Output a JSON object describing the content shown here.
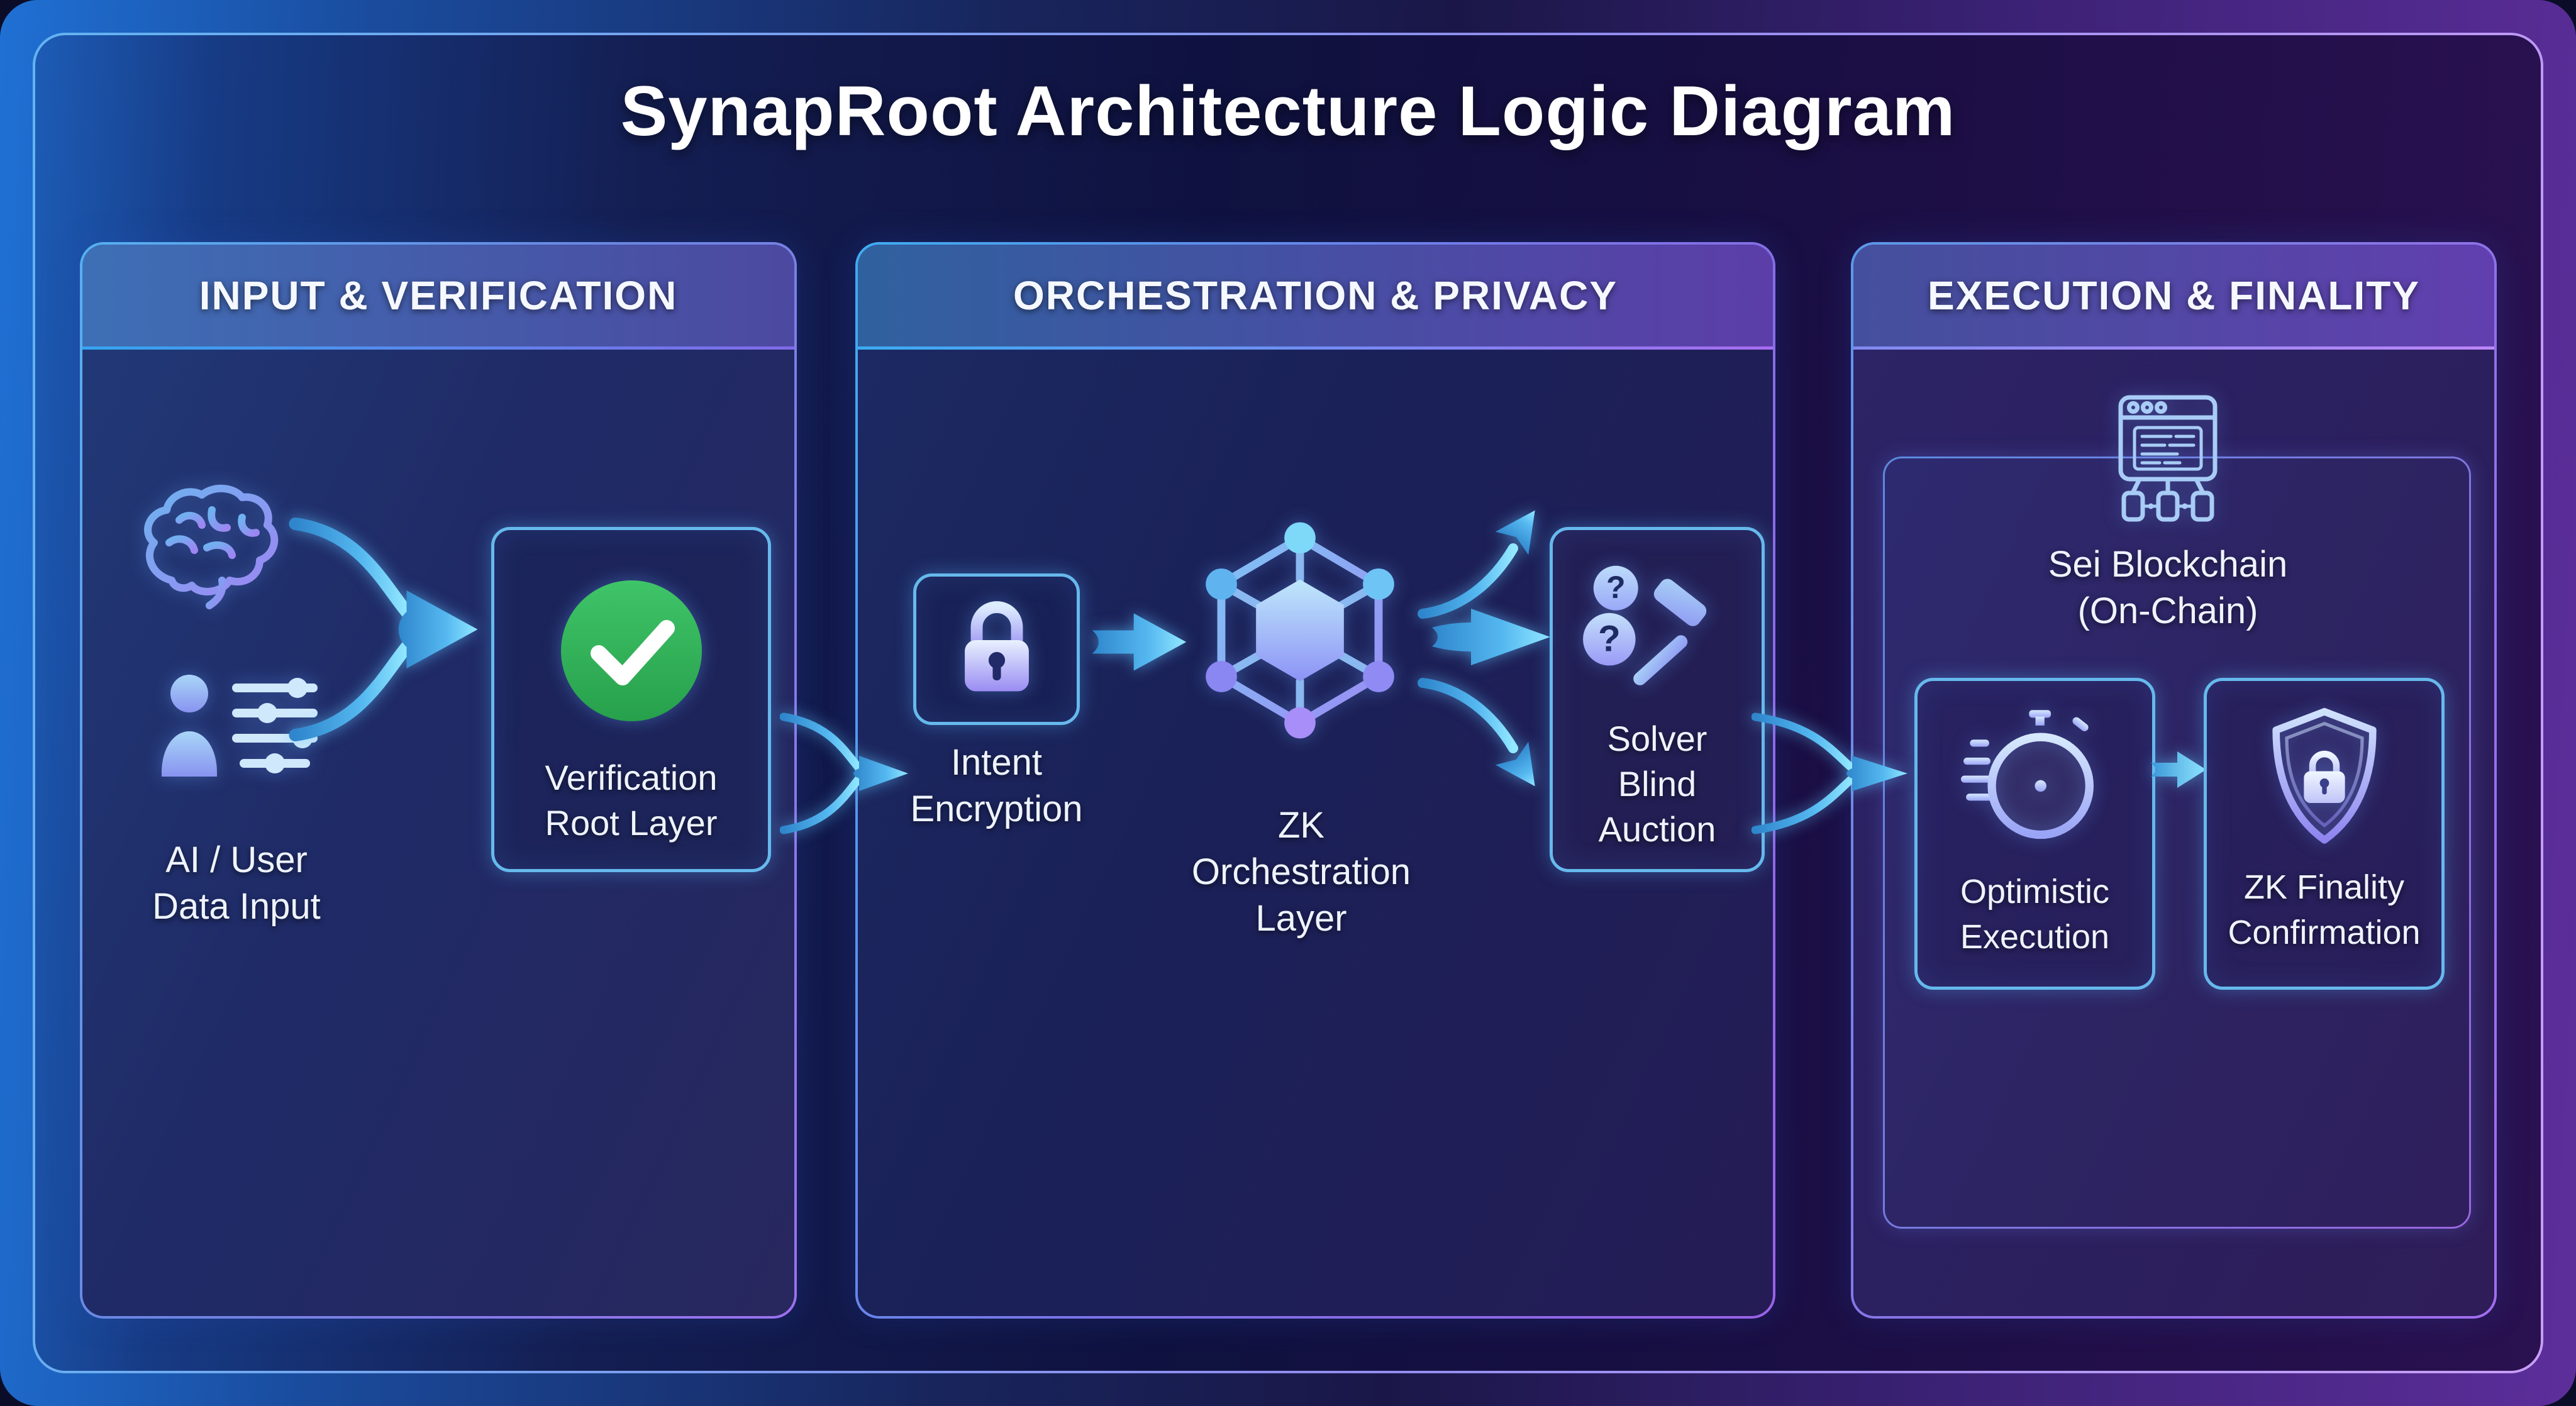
{
  "title": "SynapRoot Architecture Logic Diagram",
  "panels": [
    {
      "header": "INPUT & VERIFICATION"
    },
    {
      "header": "ORCHESTRATION & PRIVACY"
    },
    {
      "header": "EXECUTION & FINALITY"
    }
  ],
  "nodes": {
    "ai_input": {
      "line1": "AI / User",
      "line2": "Data Input",
      "icon": "brain-and-user-sliders"
    },
    "verification": {
      "line1": "Verification",
      "line2": "Root Layer",
      "icon": "check-circle"
    },
    "intent": {
      "line1": "Intent",
      "line2": "Encryption",
      "icon": "padlock"
    },
    "zk_orchestration": {
      "line1": "ZK",
      "line2": "Orchestration",
      "line3": "Layer",
      "icon": "hexagon-network"
    },
    "solver": {
      "line1": "Solver",
      "line2": "Blind",
      "line3": "Auction",
      "icon": "question-marks-and-gavel"
    },
    "sei": {
      "line1": "Sei Blockchain",
      "line2": "(On-Chain)",
      "icon": "browser-blockchain"
    },
    "optimistic": {
      "line1": "Optimistic",
      "line2": "Execution",
      "icon": "stopwatch"
    },
    "zk_finality": {
      "line1": "ZK Finality",
      "line2": "Confirmation",
      "icon": "shield-lock"
    }
  },
  "colors": {
    "accent_cyan": "#5ec8f8",
    "accent_purple": "#9a6cf0",
    "success_green": "#35b55e",
    "frame_blue": "#1e6fd2",
    "frame_purple": "#5c2e9a"
  }
}
